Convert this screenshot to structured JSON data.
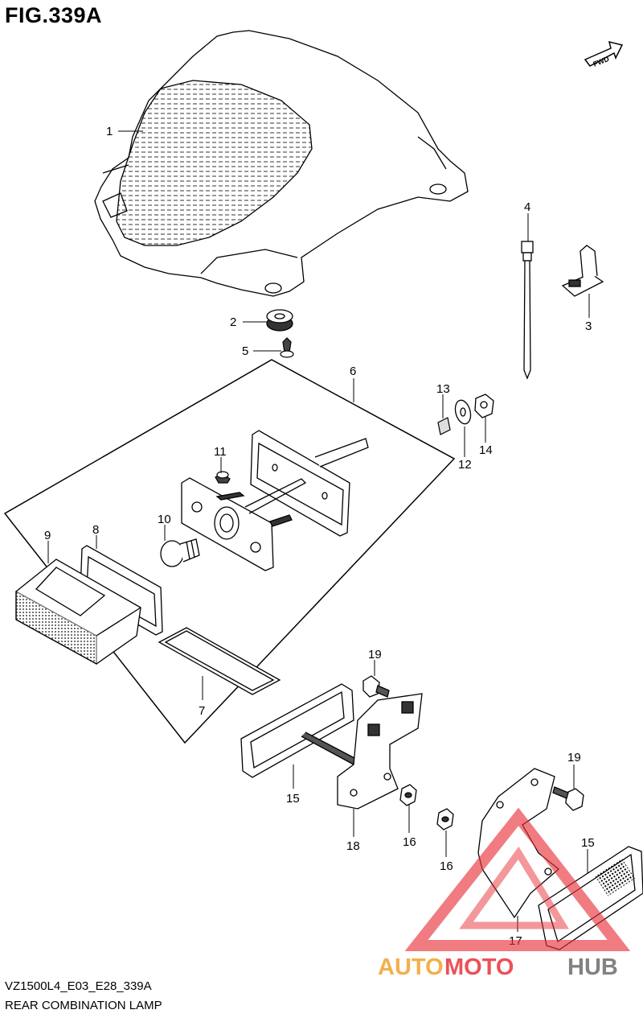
{
  "figure": {
    "title": "FIG.339A",
    "fwd_label": "FWD",
    "model_code": "VZ1500L4_E03_E28_339A",
    "assembly_name": "REAR COMBINATION LAMP"
  },
  "callouts": [
    "1",
    "2",
    "3",
    "4",
    "5",
    "6",
    "7",
    "8",
    "9",
    "10",
    "11",
    "12",
    "13",
    "14",
    "15",
    "15",
    "16",
    "16",
    "17",
    "18",
    "19",
    "19"
  ],
  "watermark": {
    "part1": "AUTO",
    "part2": "MOTO",
    "part3": "HUB",
    "colors": {
      "accent": "#f0a32c",
      "red": "#e8333a",
      "gray": "#6d6d6d"
    }
  }
}
